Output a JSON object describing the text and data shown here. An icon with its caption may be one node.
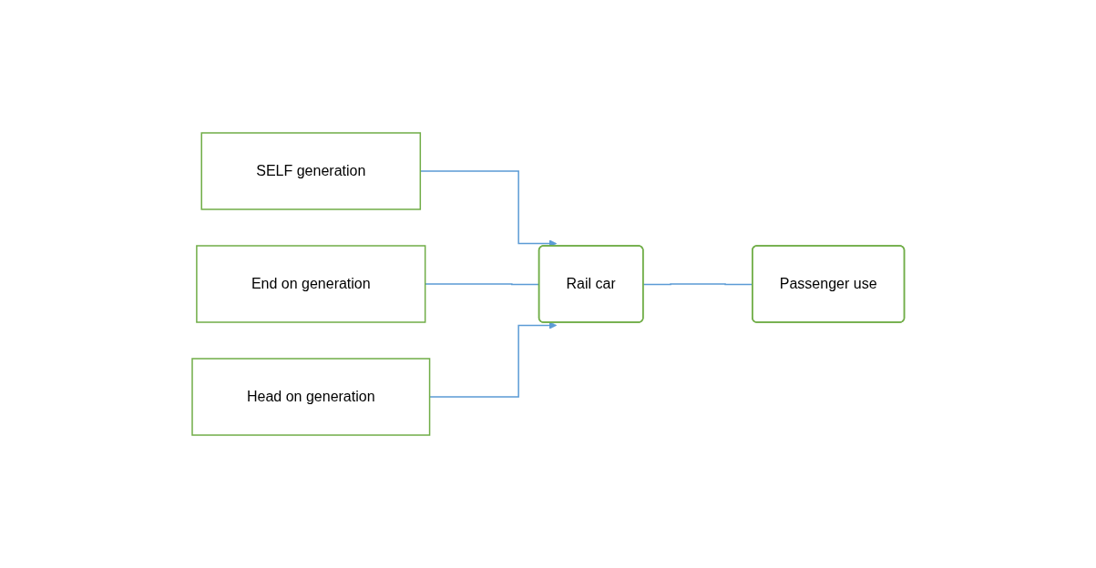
{
  "diagram": {
    "nodes": [
      {
        "text": [
          "SELF generation"
        ]
      },
      {
        "text": [
          "End on generation"
        ]
      },
      {
        "text": [
          "Head on generation"
        ]
      },
      {
        "text": [
          "Rail car"
        ]
      },
      {
        "text": [
          "Passenger use"
        ]
      }
    ],
    "edges": [
      {
        "from": 0,
        "to": 3,
        "arrow": "to"
      },
      {
        "from": 1,
        "to": 3,
        "arrow": "none"
      },
      {
        "from": 2,
        "to": 3,
        "arrow": "to"
      },
      {
        "from": 3,
        "to": 4,
        "arrow": "none"
      }
    ]
  }
}
